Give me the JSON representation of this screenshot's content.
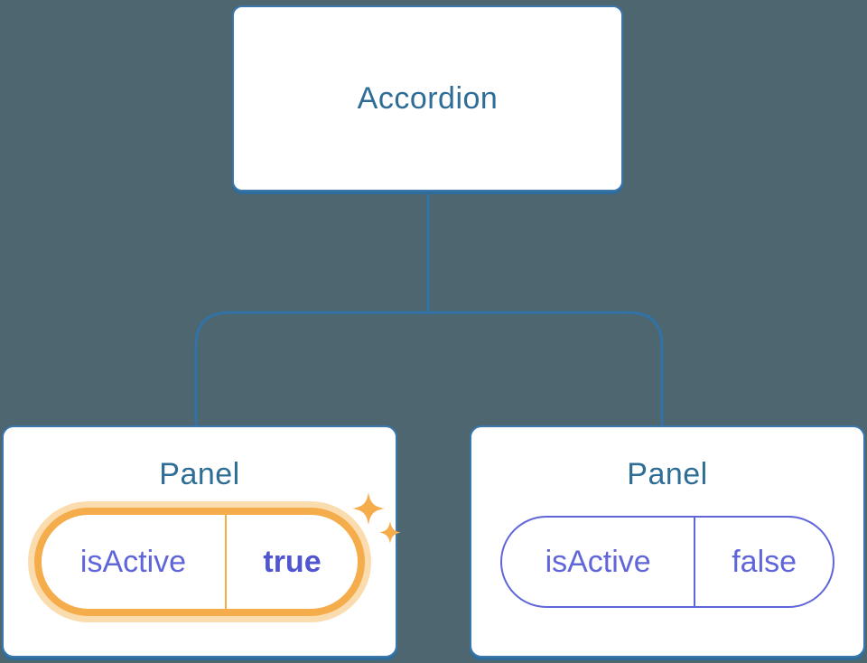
{
  "diagram": {
    "description": "Component tree: Accordion parent with two Panel children showing isActive prop state",
    "root": {
      "label": "Accordion"
    },
    "children": [
      {
        "label": "Panel",
        "highlighted": true,
        "prop": {
          "name": "isActive",
          "value": "true"
        }
      },
      {
        "label": "Panel",
        "highlighted": false,
        "prop": {
          "name": "isActive",
          "value": "false"
        }
      }
    ]
  },
  "colors": {
    "bg": "#4D6670",
    "line": "#3173A6",
    "card-border": "#3B76AD",
    "card-shadow": "#2E6D9B",
    "title": "#2E6D96",
    "purple": "#6065D9",
    "purple-bold": "#5156CE",
    "orange": "#F5AC4B",
    "orange-glow": "#FBDCAE",
    "card-bg": "#FFFFFF"
  }
}
